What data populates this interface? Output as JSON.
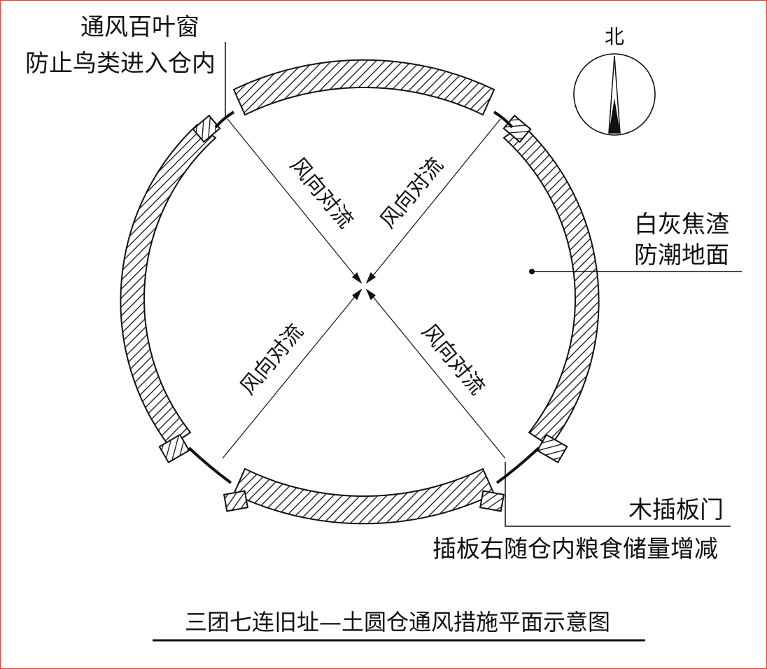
{
  "labels": {
    "vent_line1": "通风百叶窗",
    "vent_line2": "防止鸟类进入仓内",
    "floor_line1": "白灰焦渣",
    "floor_line2": "防潮地面",
    "door_line1": "木插板门",
    "door_line2": "插板右随仓内粮食储量增减",
    "wind_nw": "风向对流",
    "wind_ne": "风向对流",
    "wind_sw": "风向对流",
    "wind_se": "风向对流",
    "north": "北",
    "caption": "三团七连旧址—土圆仓通风措施平面示意图"
  },
  "colors": {
    "line": "#111111",
    "background": "#ffffff",
    "border": "#e53935"
  }
}
